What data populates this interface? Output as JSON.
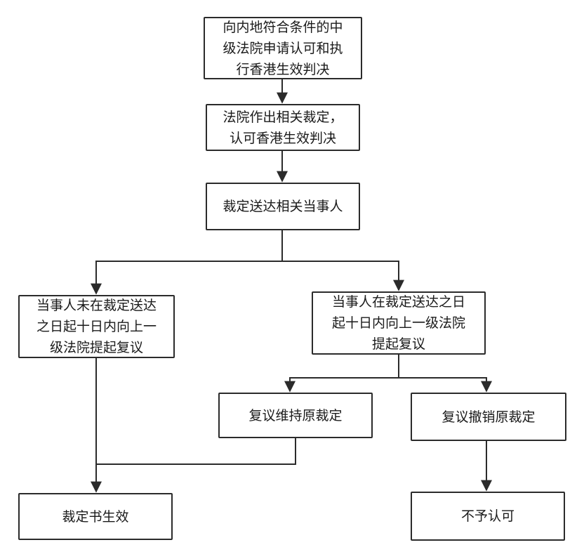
{
  "nodes": {
    "apply": [
      "向内地符合条件的中",
      "级法院申请认可和执",
      "行香港生效判决"
    ],
    "ruling": [
      "法院作出相关裁定，",
      "认可香港生效判决"
    ],
    "serve": [
      "裁定送达相关当事人"
    ],
    "no_review": [
      "当事人未在裁定送达",
      "之日起十日内向上一",
      "级法院提起复议"
    ],
    "review": [
      "当事人在裁定送达之日",
      "起十日内向上一级法院",
      "提起复议"
    ],
    "upheld": [
      "复议维持原裁定"
    ],
    "revoked": [
      "复议撤销原裁定"
    ],
    "effective": [
      "裁定书生效"
    ],
    "not_recognized": [
      "不予认可"
    ]
  },
  "colors": {
    "line": "#2b2b2b",
    "border": "#2b2b2b",
    "text": "#1a1a1a"
  }
}
